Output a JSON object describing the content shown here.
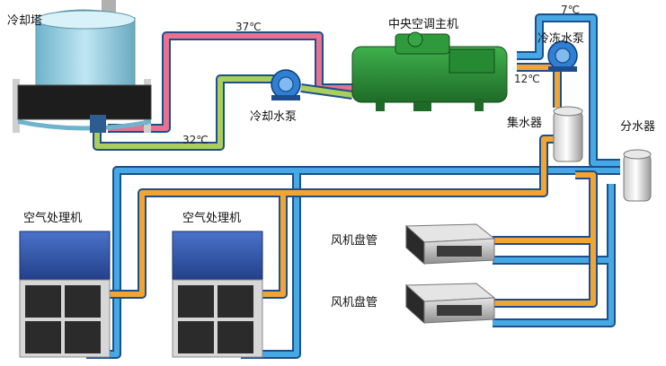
{
  "labels": {
    "cooling_tower": "冷却塔",
    "chiller": "中央空调主机",
    "cooling_pump": "冷却水泵",
    "chilled_pump": "冷冻水泵",
    "collector": "集水器",
    "distributor": "分水器",
    "ahu_1": "空气处理机",
    "ahu_2": "空气处理机",
    "fcu_1": "风机盘管",
    "fcu_2": "风机盘管"
  },
  "temperatures": {
    "cooling_supply": "37℃",
    "cooling_return": "32℃",
    "chilled_supply": "7℃",
    "chilled_return": "12℃"
  },
  "colors": {
    "hot_water_pipe": "#e8728f",
    "cooling_water_pipe": "#a9cf5a",
    "chilled_supply_pipe": "#46a9e4",
    "chilled_return_pipe": "#f3a534",
    "pipe_outline": "#1c4f8c",
    "chiller_body": "#2e8b3a",
    "cooling_tower_body": "#8fcbe0",
    "pump_body": "#2f7fd3"
  }
}
